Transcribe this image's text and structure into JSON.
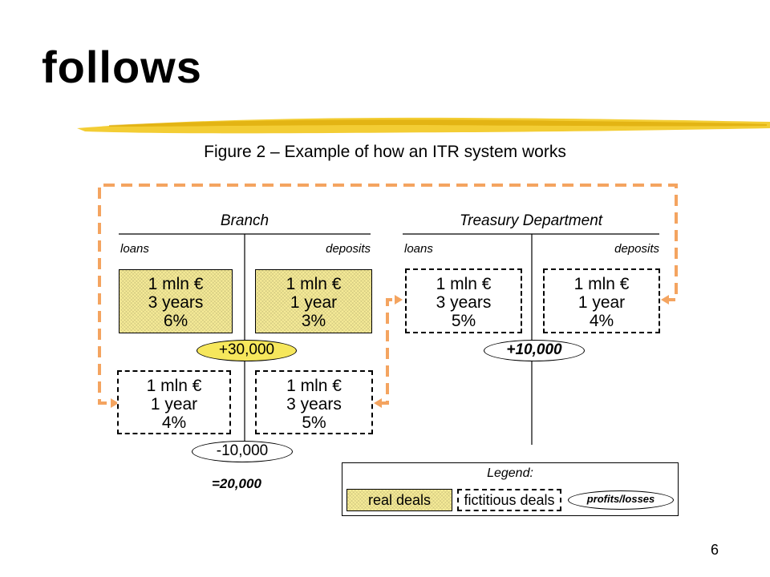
{
  "slide": {
    "title": "follows",
    "page_number": "6"
  },
  "figure": {
    "title": "Figure 2 – Example of how an ITR system works",
    "branch": {
      "title": "Branch",
      "loans_label": "loans",
      "deposits_label": "deposits",
      "real_loan": {
        "amount": "1 mln €",
        "term": "3 years",
        "rate": "6%"
      },
      "real_deposit": {
        "amount": "1 mln €",
        "term": "1 year",
        "rate": "3%"
      },
      "fict_loan": {
        "amount": "1 mln €",
        "term": "1 year",
        "rate": "4%"
      },
      "fict_deposit": {
        "amount": "1 mln €",
        "term": "3 years",
        "rate": "5%"
      },
      "profit_top": "+30,000",
      "profit_bottom": "-10,000",
      "total": "=20,000"
    },
    "treasury": {
      "title": "Treasury Department",
      "loans_label": "loans",
      "deposits_label": "deposits",
      "fict_loan": {
        "amount": "1 mln €",
        "term": "3 years",
        "rate": "5%"
      },
      "fict_deposit": {
        "amount": "1 mln €",
        "term": "1 year",
        "rate": "4%"
      },
      "profit": "+10,000"
    },
    "legend": {
      "title": "Legend:",
      "real_deals": "real deals",
      "fictitious_deals": "fictitious deals",
      "profits_losses": "profits/losses"
    },
    "colors": {
      "arrow": "#f4a460",
      "real_fill": "#f7ec98",
      "pill_fill": "#f6e75c"
    }
  }
}
